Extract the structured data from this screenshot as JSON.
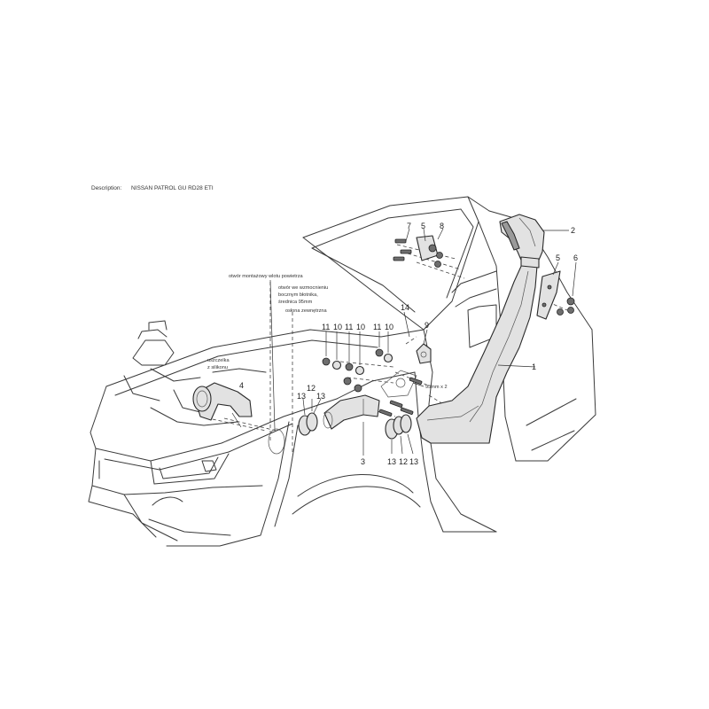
{
  "header": {
    "label": "Description:",
    "value": "NISSAN PATROL GU RD28 ETI"
  },
  "callouts": {
    "c1": "1",
    "c2": "2",
    "c3": "3",
    "c4": "4",
    "c5a": "5",
    "c5b": "5",
    "c6": "6",
    "c7": "7",
    "c8": "8",
    "c9": "9",
    "c10a": "10",
    "c10b": "10",
    "c10c": "10",
    "c11a": "11",
    "c11b": "11",
    "c11c": "11",
    "c12a": "12",
    "c12b": "12",
    "c13a": "13",
    "c13b": "13",
    "c13c": "13",
    "c13d": "13",
    "c14": "14"
  },
  "notes": {
    "mount_hole": "otwór montażowy wlotu powietrza",
    "reinforce_1": "otwór we wzmocnieniu",
    "reinforce_2": "bocznym błotnika,",
    "reinforce_3": "średnica 95mm",
    "outer_cover": "osłona zewnętrzna",
    "seal_1": "uszczelka",
    "seal_2": "z silikonu",
    "dimension": "95mm x 2"
  }
}
